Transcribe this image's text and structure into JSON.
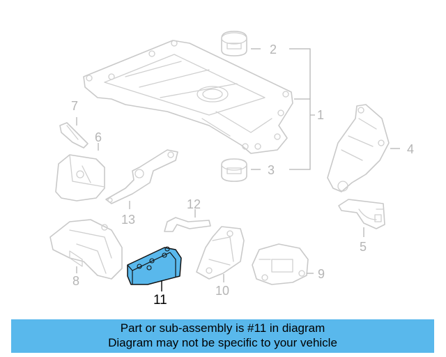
{
  "diagram": {
    "callouts": [
      {
        "id": "1",
        "label": "1"
      },
      {
        "id": "2",
        "label": "2"
      },
      {
        "id": "3",
        "label": "3"
      },
      {
        "id": "4",
        "label": "4"
      },
      {
        "id": "5",
        "label": "5"
      },
      {
        "id": "6",
        "label": "6"
      },
      {
        "id": "7",
        "label": "7"
      },
      {
        "id": "8",
        "label": "8"
      },
      {
        "id": "9",
        "label": "9"
      },
      {
        "id": "10",
        "label": "10"
      },
      {
        "id": "11",
        "label": "11"
      },
      {
        "id": "12",
        "label": "12"
      },
      {
        "id": "13",
        "label": "13"
      }
    ],
    "highlighted_part": "11",
    "highlight_color": "#59b8ec",
    "line_color": "#c9c9c9"
  },
  "banner": {
    "line1": "Part or sub-assembly is #11 in diagram",
    "line2": "Diagram may not be specific to your vehicle",
    "background": "#59b8ec"
  }
}
